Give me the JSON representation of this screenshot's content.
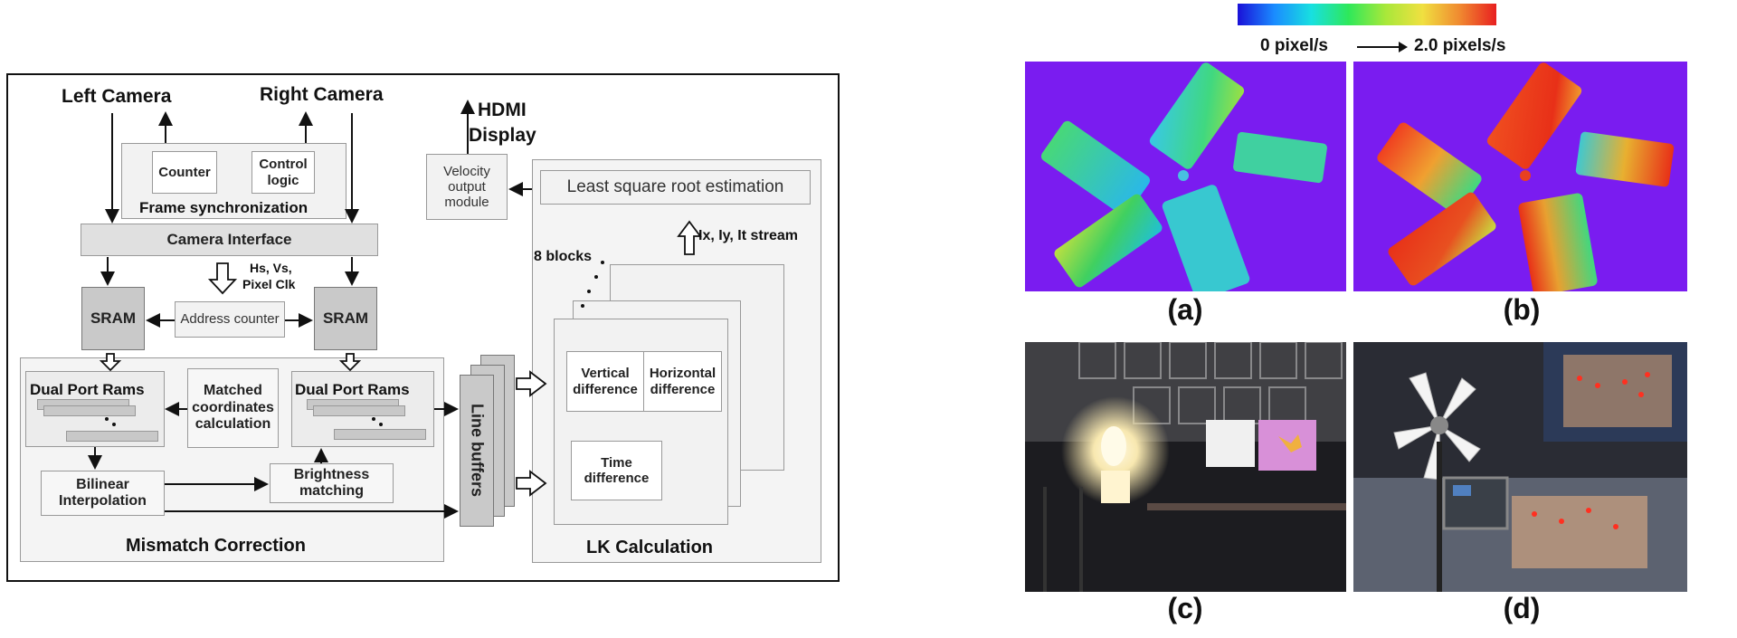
{
  "diagram": {
    "left_camera": "Left Camera",
    "right_camera": "Right Camera",
    "hdmi_line1": "HDMI",
    "hdmi_line2": "Display",
    "counter": "Counter",
    "control_logic": "Control logic",
    "frame_sync": "Frame synchronization",
    "camera_interface": "Camera Interface",
    "hs_vs": "Hs, Vs,",
    "pixel_clk": "Pixel Clk",
    "sram_left": "SRAM",
    "sram_right": "SRAM",
    "address_counter": "Address counter",
    "dual_port_left": "Dual Port Rams",
    "dual_port_right": "Dual Port Rams",
    "matched_coords": "Matched coordinates calculation",
    "bilinear": "Bilinear Interpolation",
    "brightness": "Brightness matching",
    "mismatch": "Mismatch Correction",
    "line_buffers": "Line buffers",
    "velocity_module": "Velocity output module",
    "least_square": "Least square root estimation",
    "ix_stream": "Ix, Iy, It stream",
    "eight_blocks": "8 blocks",
    "vertical_diff": "Vertical difference",
    "horizontal_diff": "Horizontal difference",
    "time_diff": "Time difference",
    "lk_calc": "LK Calculation"
  },
  "colorbar": {
    "label_left": "0 pixel/s",
    "label_right": "2.0 pixels/s",
    "colors": [
      "#1a10d8",
      "#1a8cff",
      "#18e0e0",
      "#2ee85a",
      "#a8e83a",
      "#f0e040",
      "#f08a30",
      "#e82020"
    ]
  },
  "panels": [
    {
      "caption": "(a)",
      "background": "#7a1cf0"
    },
    {
      "caption": "(b)",
      "background": "#7a1cf0"
    },
    {
      "caption": "(c)",
      "background": "#1c1c20"
    },
    {
      "caption": "(d)",
      "background": "#2a2c34"
    }
  ]
}
